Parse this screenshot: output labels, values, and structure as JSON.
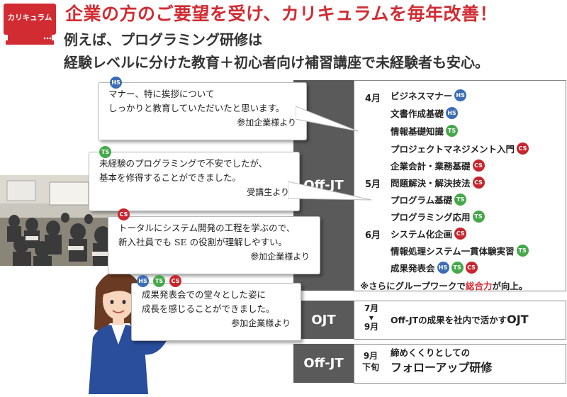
{
  "header": {
    "badge": "カリキュラム",
    "title": "企業の方のご要望を受け、カリキュラムを毎年改善！",
    "subtitle_line1": "例えば、プログラミング研修は",
    "subtitle_line2": "経験レベルに分けた教育＋初心者向け補習講座で未経験者も安心。"
  },
  "colors": {
    "accent": "#d22c33",
    "hs": "#3a6db5",
    "ts": "#45a84a",
    "cs": "#c8262e",
    "dark": "#5a5a5a"
  },
  "tags": {
    "hs": "HS",
    "ts": "TS",
    "cs": "CS"
  },
  "sections": {
    "offjt1": "Off-JT",
    "ojt": "OJT",
    "offjt2": "Off-JT"
  },
  "months": {
    "apr": "4月",
    "may": "5月",
    "jun": "6月"
  },
  "curriculum": [
    {
      "label": "ビジネスマナー",
      "tags": [
        "hs"
      ]
    },
    {
      "label": "文書作成基礎",
      "tags": [
        "hs"
      ]
    },
    {
      "label": "情報基礎知識",
      "tags": [
        "ts"
      ]
    },
    {
      "label": "プロジェクトマネジメント入門",
      "tags": [
        "cs"
      ]
    },
    {
      "label": "企業会計・業務基礎",
      "tags": [
        "cs"
      ]
    },
    {
      "label": "問題解決・解決技法",
      "tags": [
        "cs"
      ]
    },
    {
      "label": "プログラム基礎",
      "tags": [
        "ts"
      ]
    },
    {
      "label": "プログラミング応用",
      "tags": [
        "ts"
      ]
    },
    {
      "label": "システム化企画",
      "tags": [
        "cs"
      ]
    },
    {
      "label": "情報処理システム一貫体験実習",
      "tags": [
        "ts"
      ]
    },
    {
      "label": "成果発表会",
      "tags": [
        "hs",
        "ts",
        "cs"
      ]
    }
  ],
  "note": {
    "prefix": "※さらにグループワークで",
    "highlight": "総合力",
    "suffix": "が向上。"
  },
  "ojt": {
    "from": "7月",
    "arrow": "▼",
    "to": "9月",
    "text_prefix": "Off-JTの成果を社内で活かす",
    "text_big": "OJT"
  },
  "followup": {
    "month": "9月",
    "period": "下旬",
    "line1": "締めくくりとしての",
    "line2": "フォローアップ研修"
  },
  "bubbles": [
    {
      "tags": [
        "hs"
      ],
      "line1": "マナー、特に挨拶について",
      "line2": "しっかりと教育していただいたと思います。",
      "from": "参加企業様より"
    },
    {
      "tags": [
        "ts"
      ],
      "line1": "未経験のプログラミングで不安でしたが、",
      "line2": "基本を修得することができました。",
      "from": "受講生より"
    },
    {
      "tags": [
        "cs"
      ],
      "line1": "トータルにシステム開発の工程を学ぶので、",
      "line2": "新入社員でも SE の役割が理解しやすい。",
      "from": "参加企業様より"
    },
    {
      "tags": [
        "hs",
        "ts",
        "cs"
      ],
      "line1": "成果発表会での堂々とした姿に",
      "line2": "成長を感じることができました。",
      "from": "参加企業様より"
    }
  ]
}
